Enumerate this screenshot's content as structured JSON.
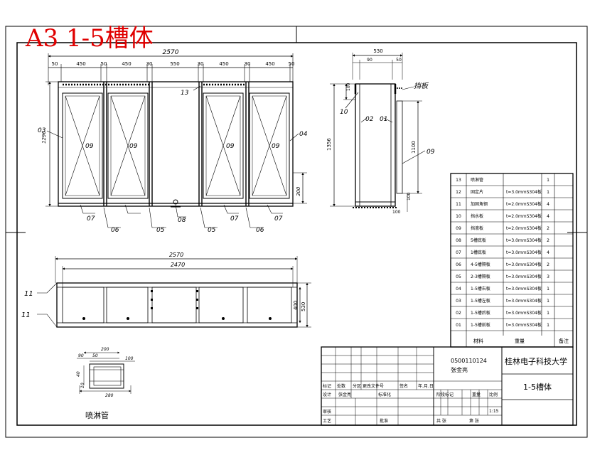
{
  "title": "A3 1-5槽体",
  "front_view": {
    "overall": "2570",
    "segments": [
      "50",
      "450",
      "50",
      "450",
      "30",
      "550",
      "30",
      "450",
      "30",
      "450",
      "50"
    ],
    "height": "1296",
    "bottom_dim": "300",
    "labels": [
      "03",
      "04",
      "09",
      "09",
      "09",
      "09",
      "13",
      "07",
      "06",
      "05",
      "08",
      "05",
      "07",
      "06",
      "07"
    ]
  },
  "side_view": {
    "width": "530",
    "top_segments": [
      "90",
      "50"
    ],
    "top_small": "100",
    "height": "1356",
    "inner_height": "1100",
    "bottom_a": "100",
    "bottom_b": "100",
    "labels": [
      "10",
      "02",
      "01",
      "09"
    ],
    "annot": "挡板"
  },
  "plan_view": {
    "overall": "2570",
    "inner": "2470",
    "depth_inner": "400",
    "depth": "530",
    "labels": [
      "11",
      "11"
    ]
  },
  "pipe_detail": {
    "dims": [
      "200",
      "90",
      "50",
      "100",
      "40",
      "10",
      "280"
    ],
    "caption": "喷淋管"
  },
  "parts_table": {
    "rows": [
      [
        "13",
        "喷淋管",
        "",
        "1"
      ],
      [
        "12",
        "固定片",
        "t=3.0mmS304板",
        "1"
      ],
      [
        "11",
        "加固角钢",
        "t=2.0mmS304板",
        "4"
      ],
      [
        "10",
        "挡水板",
        "t=2.0mmS304板",
        "4"
      ],
      [
        "09",
        "挡液板",
        "t=2.0mmS304板",
        "2"
      ],
      [
        "08",
        "5槽底板",
        "t=3.0mmS304板",
        "2"
      ],
      [
        "07",
        "1槽底板",
        "t=3.0mmS304板",
        "4"
      ],
      [
        "06",
        "4-5槽隔板",
        "t=3.0mmS304板",
        "2"
      ],
      [
        "05",
        "2-3槽隔板",
        "t=3.0mmS304板",
        "3"
      ],
      [
        "04",
        "1-5槽右板",
        "t=3.0mmS304板",
        "1"
      ],
      [
        "03",
        "1-5槽左板",
        "t=3.0mmS304板",
        "1"
      ],
      [
        "02",
        "1-5槽后板",
        "t=3.0mmS304板",
        "1"
      ],
      [
        "01",
        "1-5槽前板",
        "t=3.0mmS304板",
        "1"
      ]
    ],
    "footer": [
      "材料",
      "重量",
      "备注"
    ]
  },
  "title_block": {
    "drawing_no": "0500110124",
    "designer": "张金亮",
    "university": "桂林电子科技大学",
    "part_name": "1-5槽体",
    "scale": "1:15",
    "headers": [
      "标记",
      "处数",
      "分区",
      "更改文件号",
      "签名",
      "年.月.日"
    ],
    "row_labels": [
      "设计",
      "审核",
      "工艺"
    ],
    "extra": [
      "标准化",
      "批准"
    ],
    "stage_headers": [
      "阶段标记",
      "重量",
      "比例"
    ],
    "sheet_info": [
      "共 张",
      "第 张"
    ]
  }
}
